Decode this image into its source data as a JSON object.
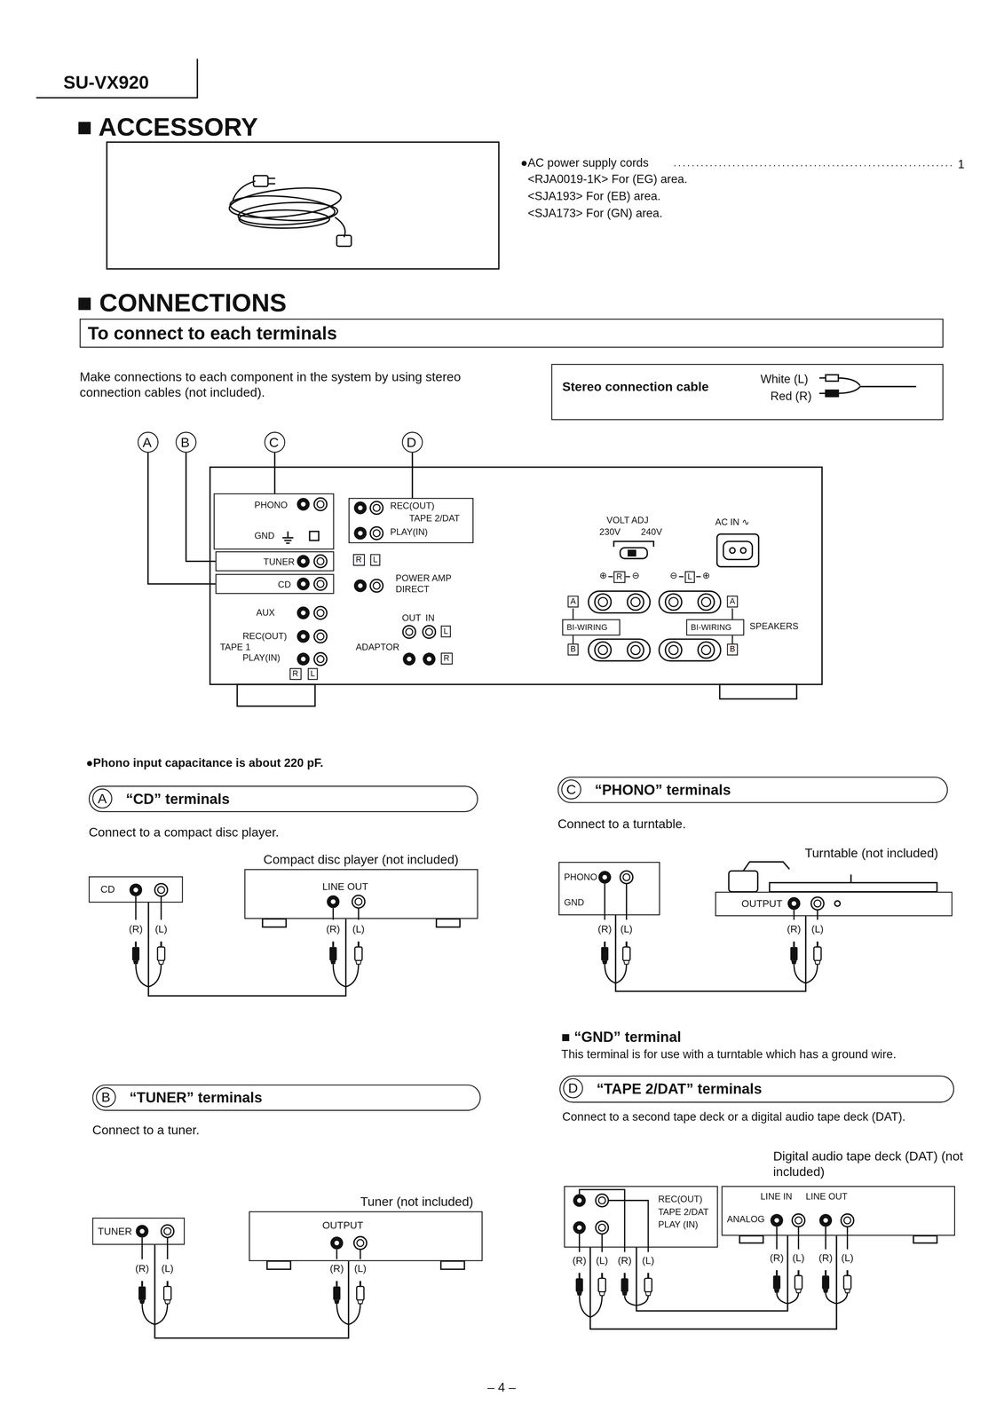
{
  "diagram": {
    "nodes": [
      {
        "text": [
          "To connect to each terminals"
        ]
      },
      {
        "text": [
          "Stereo connection cable",
          "White (L)",
          "Red (R)"
        ]
      },
      {
        "text": [
          "A"
        ]
      },
      {
        "text": [
          "B"
        ]
      },
      {
        "text": [
          "C"
        ]
      },
      {
        "text": [
          "D"
        ]
      },
      {
        "text": [
          "PHONO",
          "GND"
        ]
      },
      {
        "text": [
          "REC(OUT)",
          "TAPE 2/DAT",
          "PLAY(IN)"
        ]
      },
      {
        "text": [
          "TUNER"
        ]
      },
      {
        "text": [
          "CD"
        ]
      },
      {
        "text": [
          "BI-WIRING"
        ]
      },
      {
        "text": [
          "BI-WIRING"
        ]
      },
      {
        "text": [
          "A",
          "“CD” terminals"
        ]
      },
      {
        "text": [
          "C",
          "“PHONO” terminals"
        ]
      },
      {
        "text": [
          "CD"
        ]
      },
      {
        "text": [
          "Compact disc player (not included)",
          "LINE OUT"
        ]
      },
      {
        "text": [
          "PHONO",
          "GND"
        ]
      },
      {
        "text": [
          "Turntable (not included)",
          "OUTPUT"
        ]
      },
      {
        "text": [
          "B",
          "“TUNER” terminals"
        ]
      },
      {
        "text": [
          "D",
          "“TAPE 2/DAT” terminals"
        ]
      },
      {
        "text": [
          "TUNER"
        ]
      },
      {
        "text": [
          "Tuner (not included)",
          "OUTPUT"
        ]
      },
      {
        "text": [
          "REC(OUT)",
          "TAPE 2/DAT",
          "PLAY (IN)"
        ]
      },
      {
        "text": [
          "Digital audio tape deck (DAT) (not included)",
          "LINE IN",
          "LINE OUT",
          "ANALOG"
        ]
      }
    ],
    "edges": [
      {
        "from": 2,
        "to": 9,
        "arrow": "none"
      },
      {
        "from": 3,
        "to": 8,
        "arrow": "none"
      },
      {
        "from": 4,
        "to": 6,
        "arrow": "none"
      },
      {
        "from": 5,
        "to": 7,
        "arrow": "none"
      },
      {
        "from": 14,
        "to": 15,
        "arrow": "none"
      },
      {
        "from": 16,
        "to": 17,
        "arrow": "none"
      },
      {
        "from": 20,
        "to": 21,
        "arrow": "none"
      },
      {
        "from": 22,
        "to": 23,
        "arrow": "none"
      },
      {
        "from": 22,
        "to": 23,
        "arrow": "none"
      }
    ],
    "labels": [
      "SU-VX920",
      "■ ACCESSORY",
      "●AC power supply cords",
      "1",
      "<RJA0019-1K> For (EG) area.",
      "<SJA193> For (EB) area.",
      "<SJA173> For (GN) area.",
      "■ CONNECTIONS",
      "Make connections to each component in the system by using stereo connection cables (not included).",
      "AUX",
      "REC(OUT)",
      "TAPE 1",
      "PLAY(IN)",
      "R",
      "L",
      "R",
      "L",
      "POWER AMP DIRECT",
      "OUT",
      "IN",
      "L",
      "ADAPTOR",
      "R",
      "VOLT ADJ",
      "230V",
      "240V",
      "AC IN ∿",
      "⊕",
      "R",
      "⊖",
      "⊖",
      "L",
      "⊕",
      "A",
      "A",
      "SPEAKERS",
      "B",
      "B",
      "●Phono input capacitance is about 220 pF.",
      "Connect to a compact disc player.",
      "(R)",
      "(L)",
      "(R)",
      "(L)",
      "Connect to a turntable.",
      "(R)",
      "(L)",
      "(R)",
      "(L)",
      "■ “GND” terminal",
      "This terminal is for use with a turntable which has a ground wire.",
      "Connect to a tuner.",
      "(R)",
      "(L)",
      "(R)",
      "(L)",
      "Connect to a second tape deck or a digital audio tape deck (DAT).",
      "(R)",
      "(L)",
      "(R)",
      "(L)",
      "(R)",
      "(L)",
      "(R)",
      "(L)",
      "– 4 –"
    ]
  }
}
